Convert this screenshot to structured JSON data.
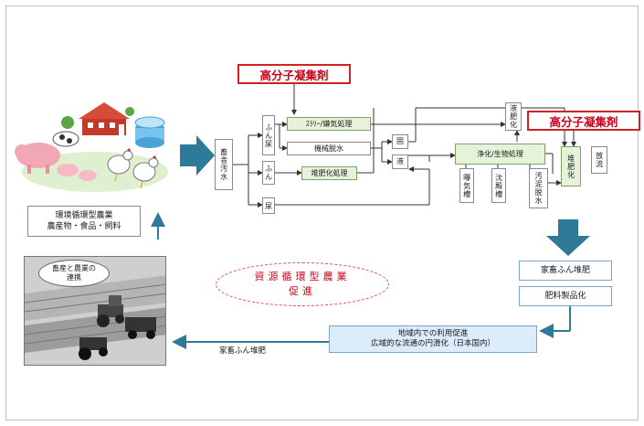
{
  "callouts": {
    "polymer_top": "高分子凝集剤",
    "polymer_right": "高分子凝集剤"
  },
  "flow": {
    "source": "畜舎汚水",
    "mixed": "ふん尿",
    "feces": "ふん",
    "urine": "尿",
    "slurry": "ｽﾗﾘｰ/嫌気処理",
    "mechanical": "機械脱水",
    "compost_treatment": "堆肥化処理",
    "solid": "固",
    "liquid": "液",
    "liquid_fertilizer": "液肥化",
    "purification": "浄化/生物処理",
    "aeration_tank": "曝気槽",
    "settling_tank": "沈殿槽",
    "sludge_dewatering": "汚泥脱水",
    "composting": "堆肥化",
    "discharge": "放流"
  },
  "products": {
    "compost": "家畜ふん堆肥",
    "fertilizer": "肥料製品化"
  },
  "promotion": {
    "line1": "資源循環型農業",
    "line2": "促進"
  },
  "distribution": {
    "line1": "地域内での利用促進",
    "line2": "広域的な流通の円滑化（日本国内）"
  },
  "bottom_arrow_label": "家畜ふん堆肥",
  "left_box": {
    "line1": "環境循環型農業",
    "line2": "農産物・食品・飼料"
  },
  "farm_panel": {
    "line1": "畜産と農業の",
    "line2": "連携"
  },
  "colors": {
    "big_arrow": "#2e7a99",
    "callout_red": "#d42020",
    "promo_red": "#c8001a",
    "green_box": "#e6f2d9",
    "blue_box": "#dcecfa"
  }
}
